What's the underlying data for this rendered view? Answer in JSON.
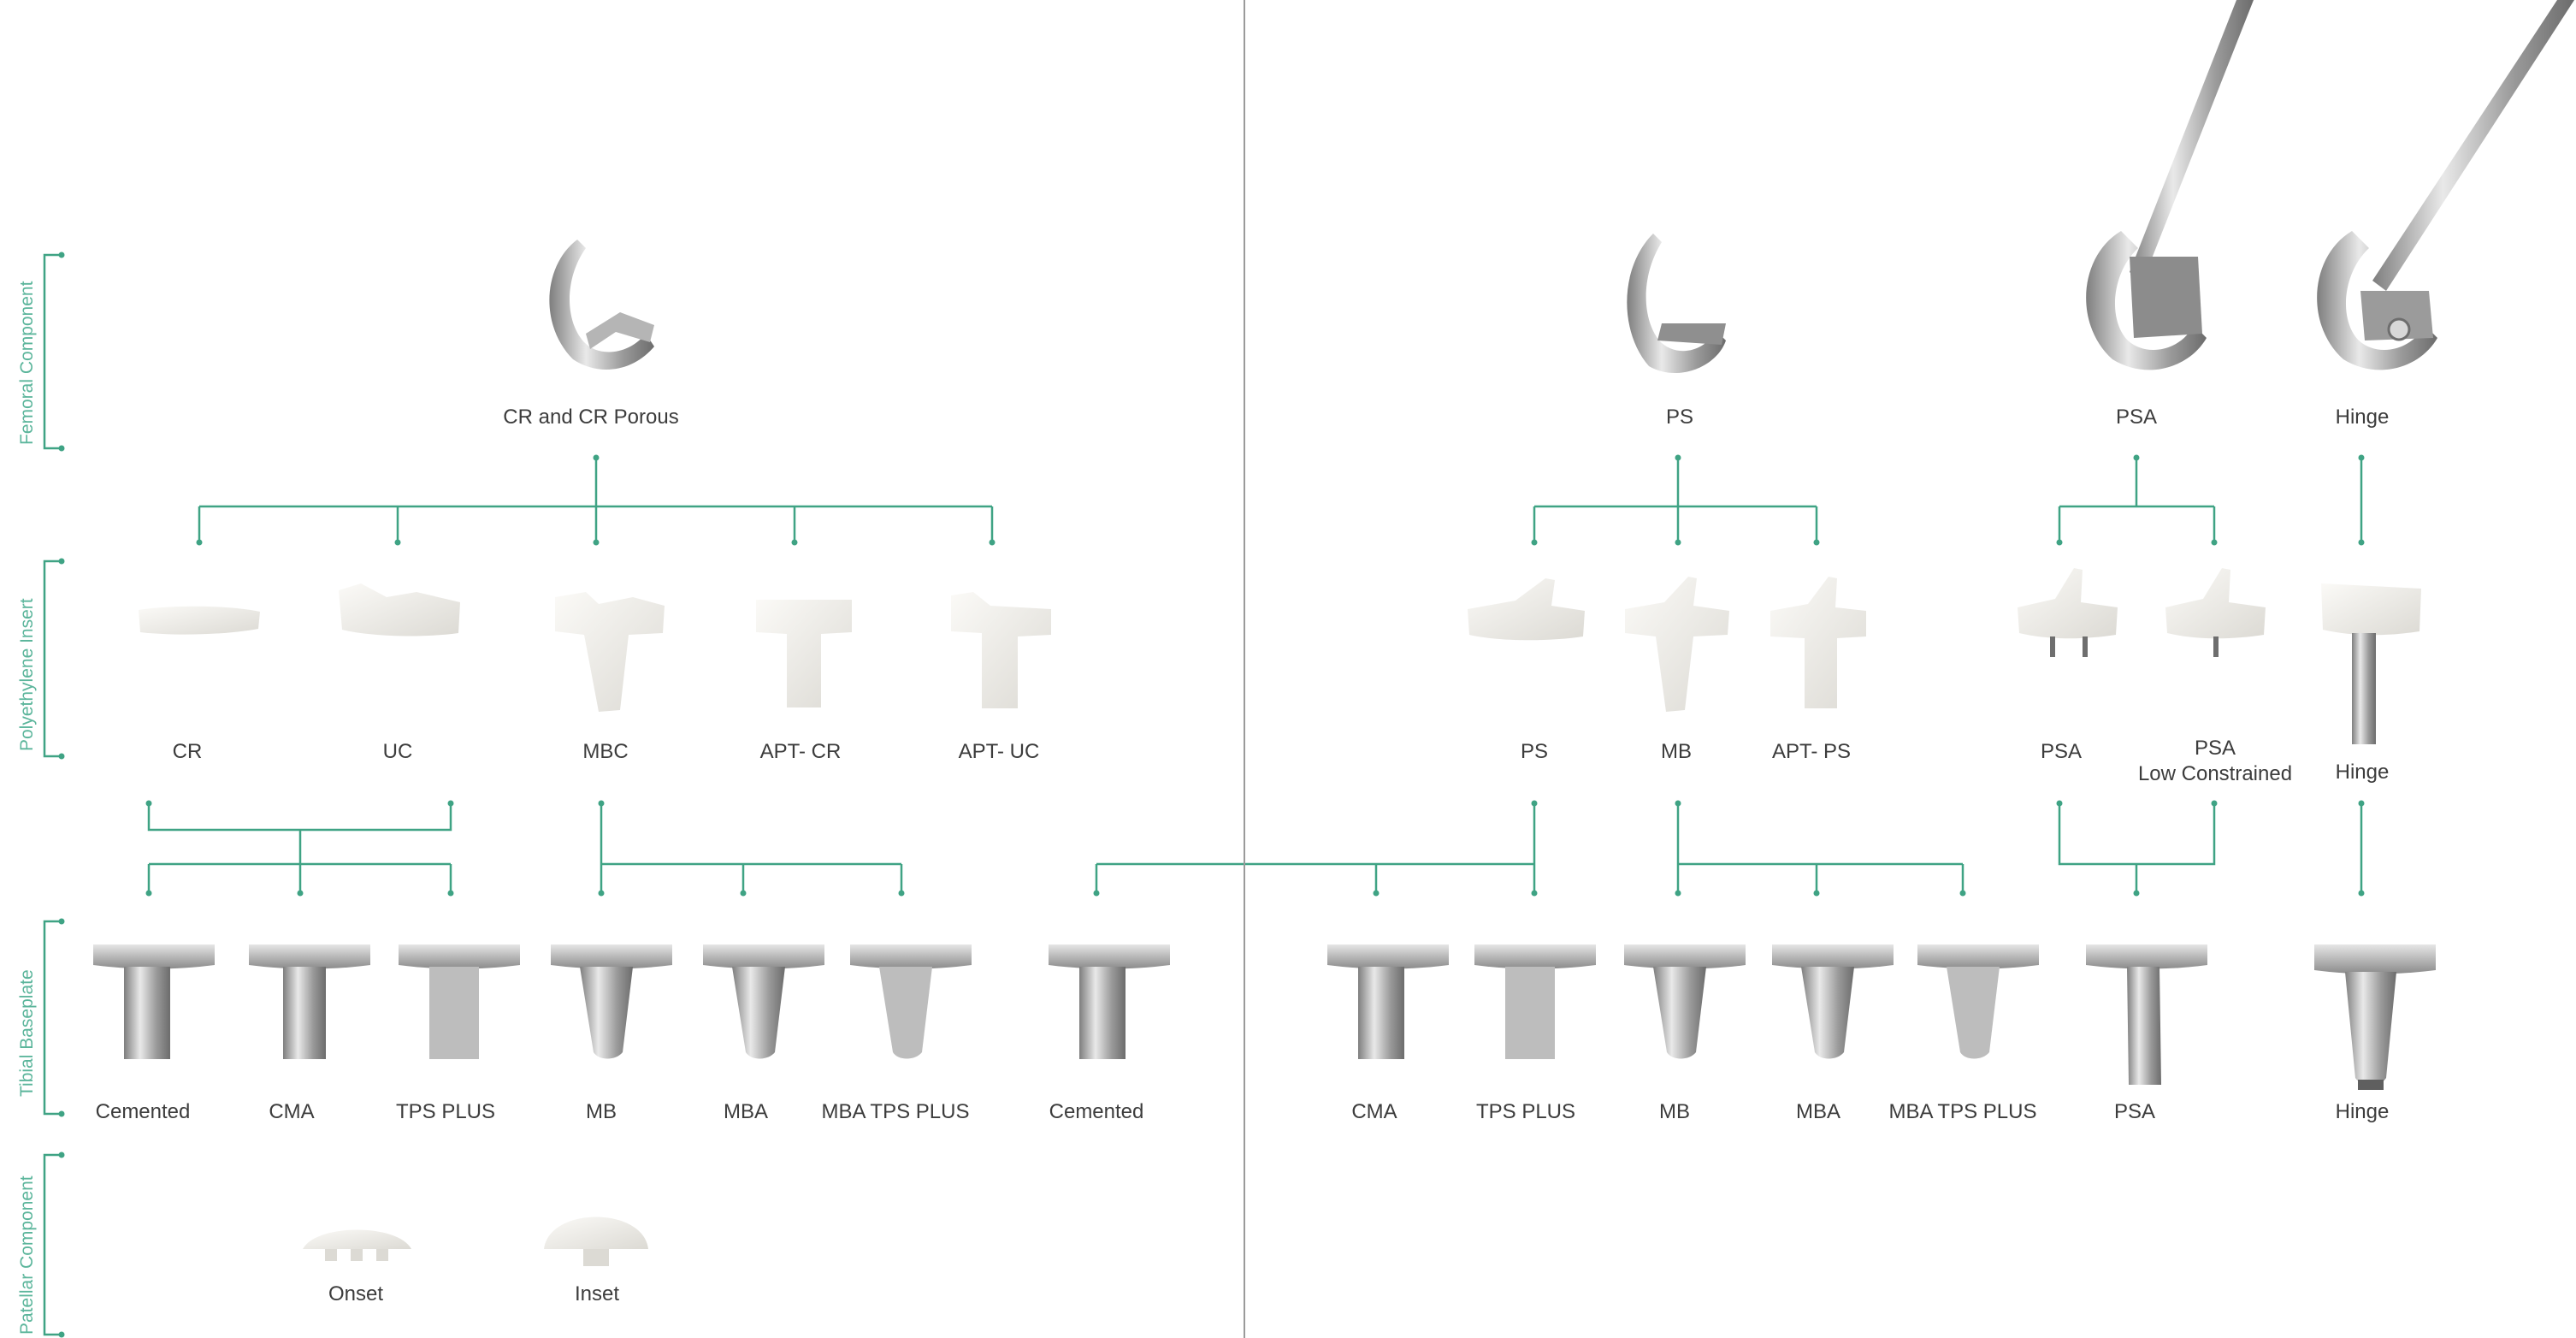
{
  "colors": {
    "accent": "#3fa384",
    "divider": "#9a9a9a",
    "text": "#3c3c3c",
    "metal_light": "#e6e6e6",
    "metal_dark": "#8c8c8c",
    "poly": "#f1f0ec"
  },
  "rows": {
    "femoral": "Femoral Component",
    "insert": "Polyethylene Insert",
    "tibial": "Tibial Baseplate",
    "patellar": "Patellar Component"
  },
  "femoral": {
    "cr": "CR and CR Porous",
    "ps": "PS",
    "psa": "PSA",
    "hinge": "Hinge"
  },
  "inserts": {
    "cr": "CR",
    "uc": "UC",
    "mbc": "MBC",
    "apt_cr": "APT- CR",
    "apt_uc": "APT- UC",
    "ps": "PS",
    "mb": "MB",
    "apt_ps": "APT- PS",
    "psa": "PSA",
    "psa_lc_1": "PSA",
    "psa_lc_2": "Low Constrained",
    "hinge": "Hinge"
  },
  "tibial": {
    "l_cemented": "Cemented",
    "l_cma": "CMA",
    "l_tps": "TPS PLUS",
    "l_mb": "MB",
    "l_mba": "MBA",
    "l_mbatps": "MBA TPS PLUS",
    "c_cemented": "Cemented",
    "r_cma": "CMA",
    "r_tps": "TPS PLUS",
    "r_mb": "MB",
    "r_mba": "MBA",
    "r_mbatps": "MBA TPS PLUS",
    "psa": "PSA",
    "hinge": "Hinge"
  },
  "patellar": {
    "onset": "Onset",
    "inset": "Inset"
  }
}
